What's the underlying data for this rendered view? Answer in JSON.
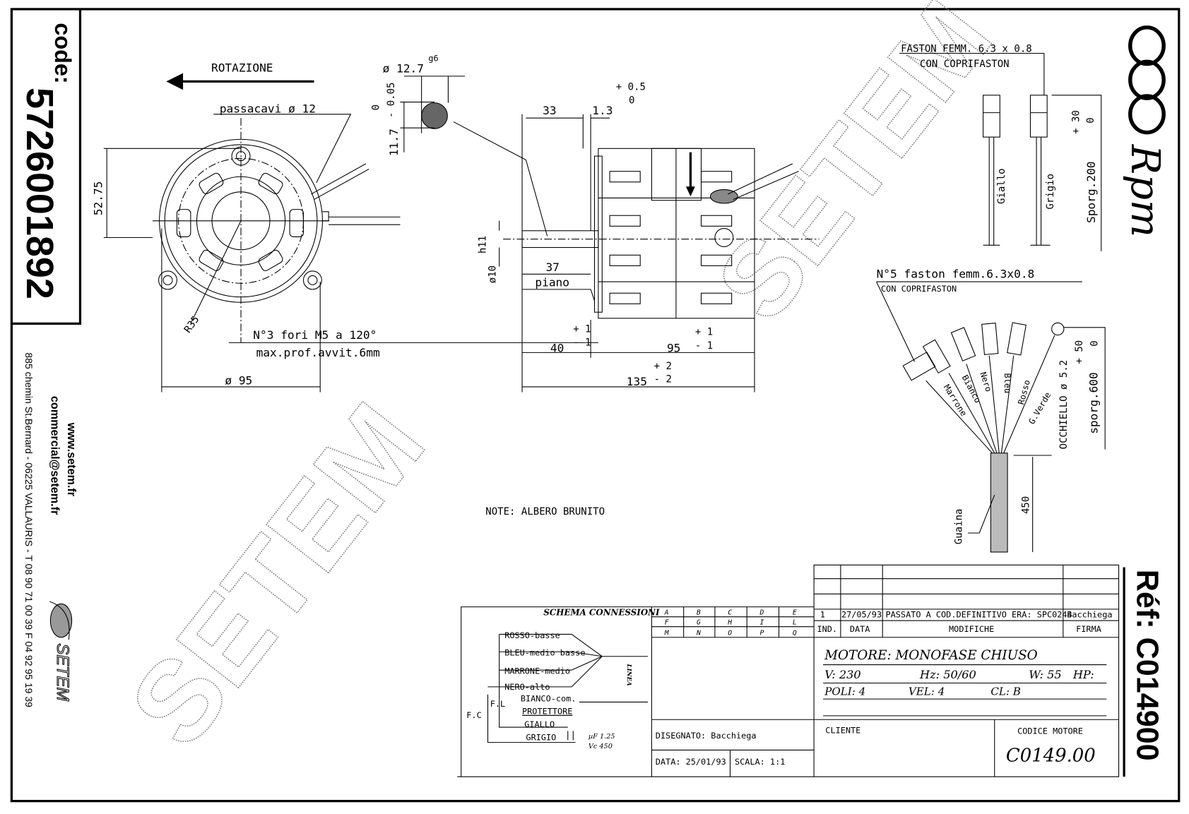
{
  "side_panel": {
    "code_label": "code:",
    "code": "5726001892",
    "website": "www.setem.fr",
    "email": "commercial@setem.fr",
    "address": "885 chemin St.Bernard  -  06225 VALLAURIS  -  T 08 90 71 00 39   F 04 92 95 19 39",
    "logo_text": "SETEM"
  },
  "right_panel": {
    "brand": "Rpm",
    "ref": "Réf: C014900"
  },
  "watermark": "SETEM",
  "front_view": {
    "rotation": "ROTAZIONE",
    "cable_gland": "passacavi ø 12",
    "height_dim": "52.75",
    "radius": "R35",
    "holes": "N°3 fori M5 a 120°",
    "screw_depth": "max.prof.avvit.6mm",
    "diameter": "ø 95"
  },
  "shaft_section": {
    "diameter": "ø 12.7",
    "tolerance_class": "g6",
    "flat": "11.7",
    "flat_tol_upper": "0",
    "flat_tol_lower": "- 0.05"
  },
  "side_view": {
    "tol_plus": "+ 0.5",
    "tol_zero": "0",
    "dim_33": "33",
    "dim_1_3": "1.3",
    "shaft_tol": "h11",
    "shaft_dia": "ø10",
    "dim_37": "37",
    "flat_label": "piano",
    "dim_40": "40",
    "dim_40_tol_plus": "+ 1",
    "dim_40_tol_minus": "- 1",
    "dim_95": "95",
    "dim_95_tol_plus": "+ 1",
    "dim_95_tol_minus": "- 1",
    "dim_135": "135",
    "dim_135_tol_plus": "+ 2",
    "dim_135_tol_minus": "- 2"
  },
  "note": "NOTE: ALBERO BRUNITO",
  "fastons_top": {
    "title": "FASTON FEMM. 6.3 x 0.8",
    "subtitle": "CON COPRIFASTON",
    "wires": [
      "Giallo",
      "Grigio"
    ],
    "tol_plus": "+ 30",
    "tol_zero": "0",
    "length": "Sporg.200"
  },
  "fastons_bottom": {
    "title": "N°5 faston femm.6.3x0.8",
    "subtitle": "CON COPRIFASTON",
    "wires": [
      "Marrone",
      "Bianco",
      "Nero",
      "Bleu",
      "Rosso",
      "G.Verde"
    ],
    "eyelet": "OCCHIELLO ø 5.2",
    "tol_plus": "+ 50",
    "tol_zero": "0",
    "length": "sporg.600",
    "sheath": "Guaina",
    "sheath_length": "450"
  },
  "schema": {
    "title": "SCHEMA CONNESSIONI",
    "wires": [
      "ROSSO-basse",
      "BLEU-medio basse",
      "MARRONE-medio",
      "NERO-alto",
      "BIANCO-com.",
      "PROTETTORE",
      "GIALLO",
      "GRIGIO"
    ],
    "fc": "F.C",
    "fl": "F.L",
    "capacitor": "µF 1.25",
    "voltage": "Vc 450",
    "line": "LINEA"
  },
  "letter_grid": [
    [
      "A",
      "B",
      "C",
      "D",
      "E"
    ],
    [
      "F",
      "G",
      "H",
      "I",
      "L"
    ],
    [
      "M",
      "N",
      "O",
      "P",
      "Q"
    ]
  ],
  "revisions": {
    "headers": [
      "IND.",
      "DATA",
      "MODIFICHE",
      "FIRMA"
    ],
    "rows": [
      [
        "1",
        "27/05/93",
        "PASSATO A COD.DEFINITIVO ERA: SPC0244",
        "Bacchiega"
      ]
    ]
  },
  "motor": {
    "type": "MOTORE: MONOFASE CHIUSO",
    "voltage": "V: 230",
    "frequency": "Hz: 50/60",
    "power": "W: 55",
    "hp": "HP:",
    "poles": "POLI: 4",
    "speeds": "VEL: 4",
    "class": "CL: B"
  },
  "drawing_info": {
    "drawn_by": "DISEGNATO:  Bacchiega",
    "date": "DATA: 25/01/93",
    "scale": "SCALA:  1:1",
    "client_label": "CLIENTE",
    "motor_code_label": "CODICE MOTORE",
    "motor_code": "C0149.00"
  }
}
